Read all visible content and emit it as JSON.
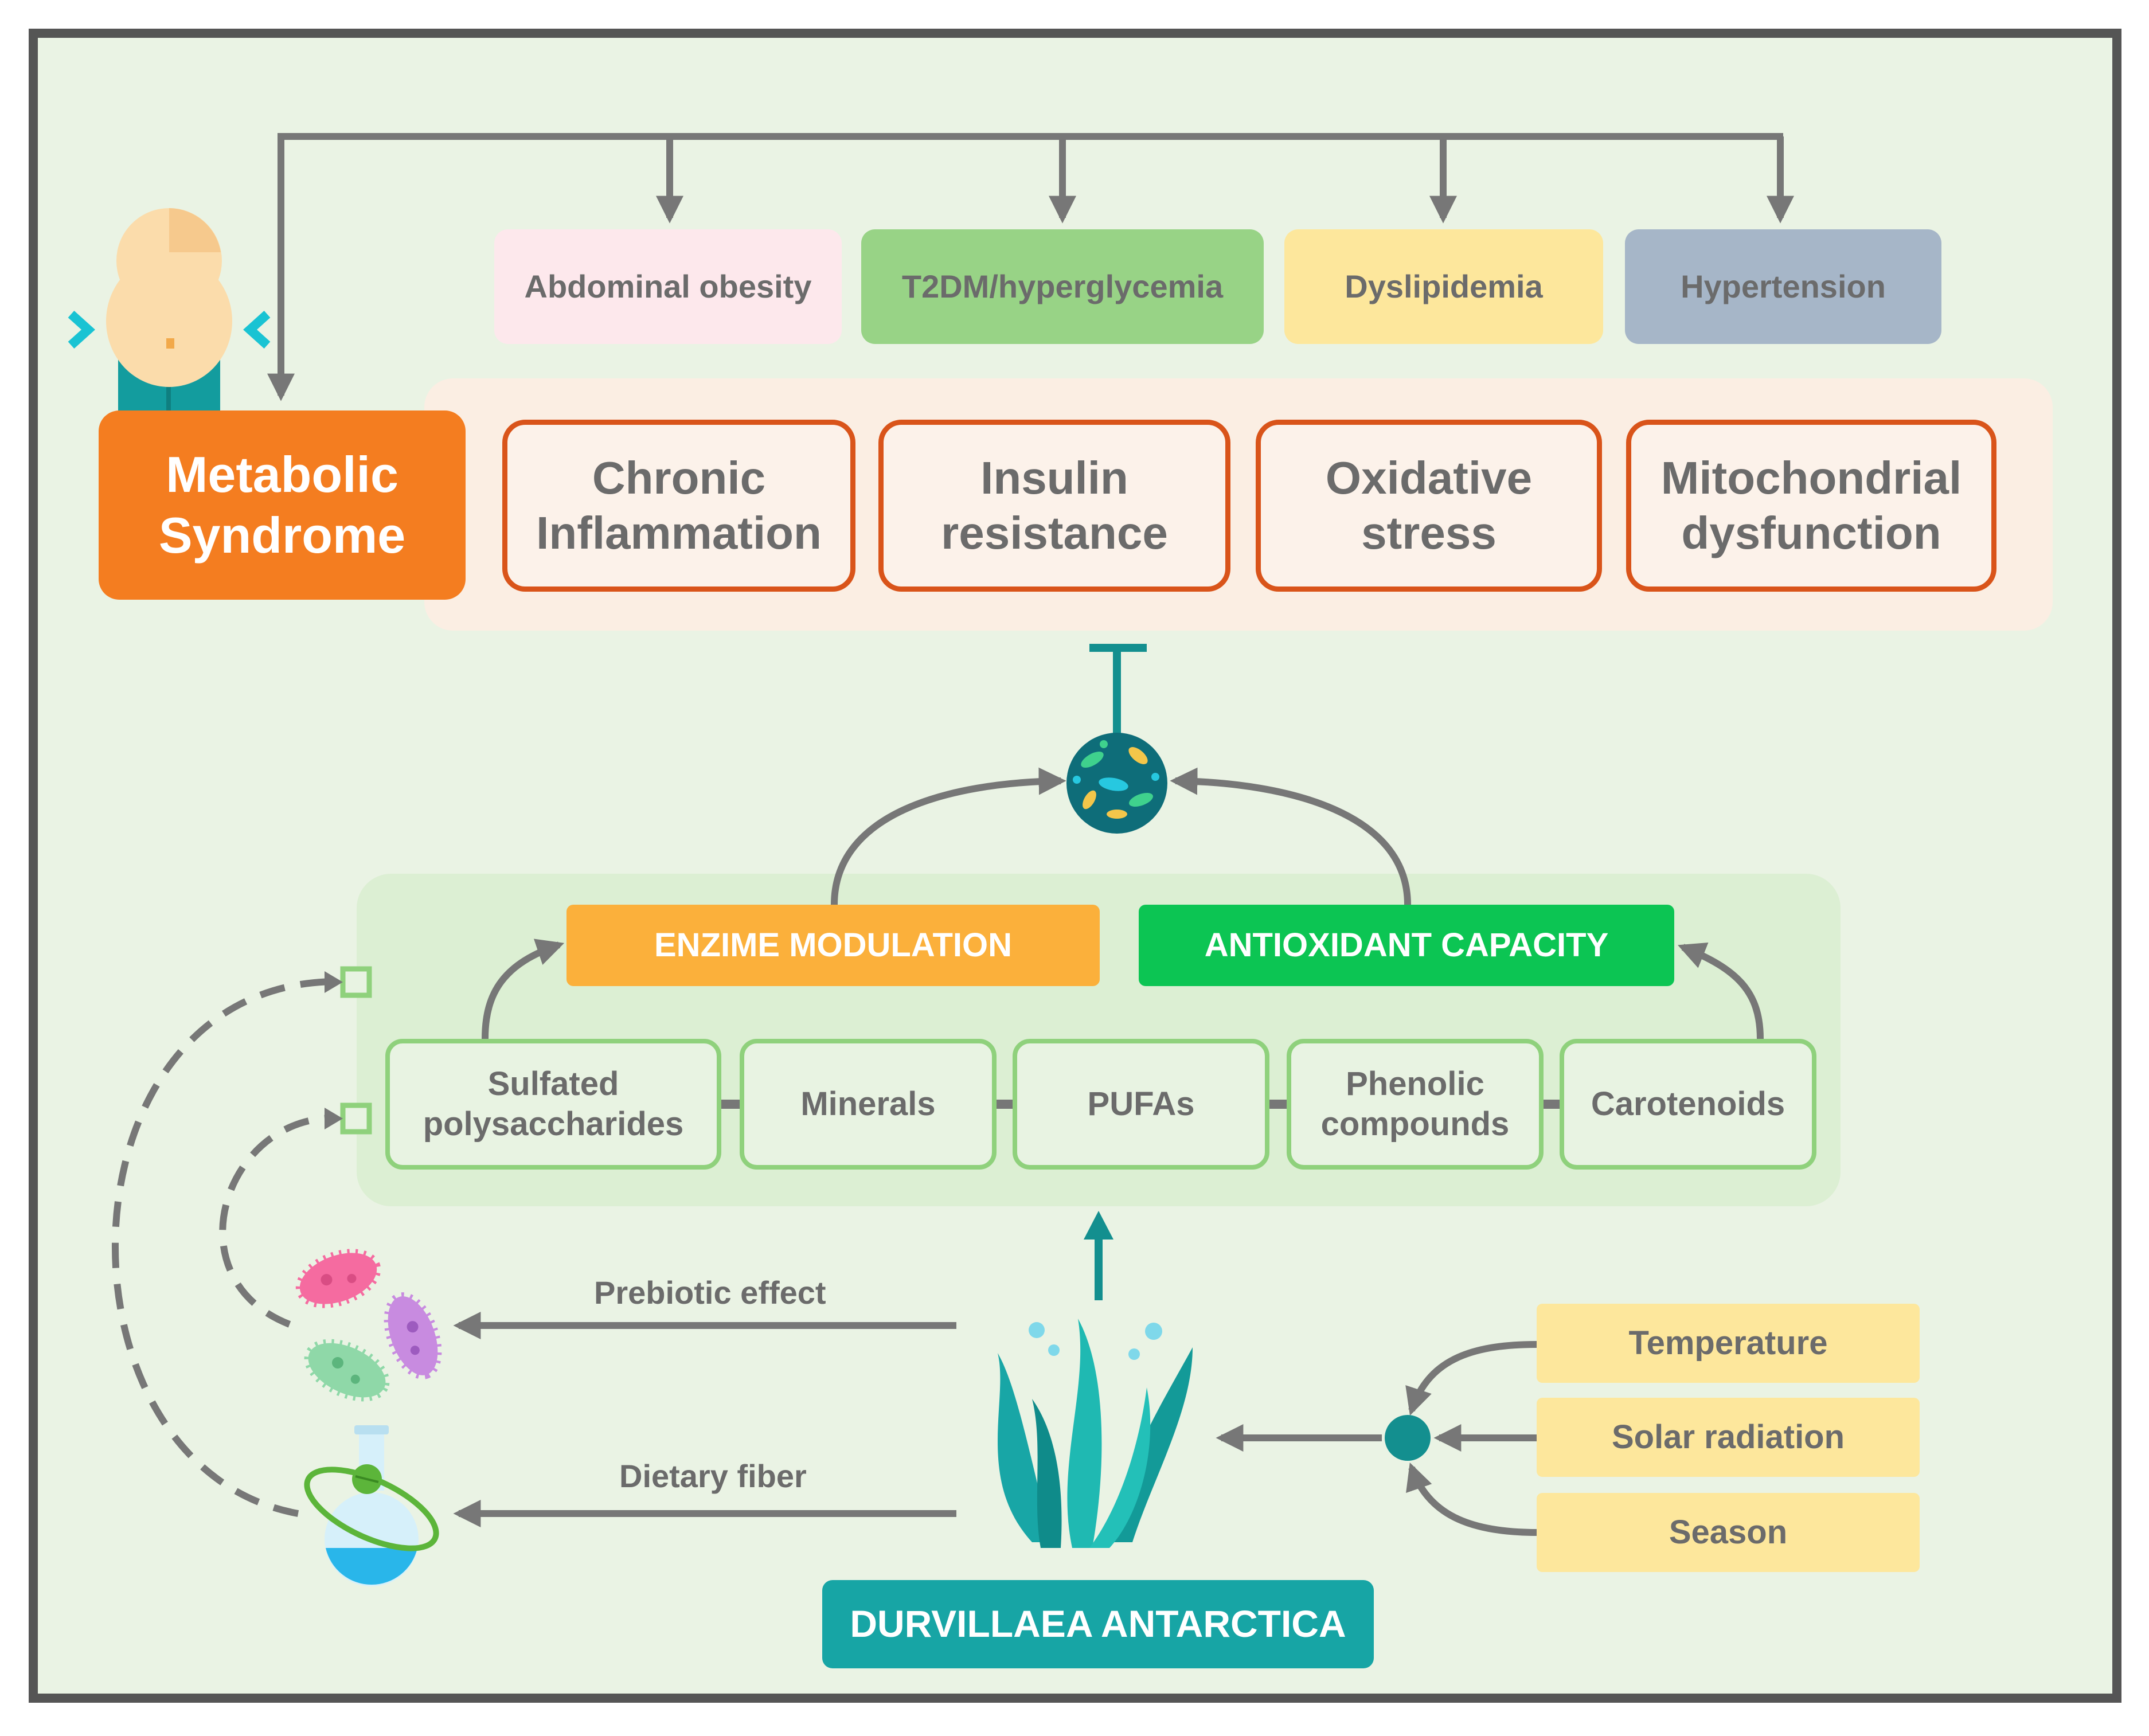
{
  "symptoms": {
    "abdominal_obesity": "Abdominal obesity",
    "t2dm": "T2DM/hyperglycemia",
    "dyslipidemia": "Dyslipidemia",
    "hypertension": "Hypertension"
  },
  "metabolic_syndrome": {
    "line1": "Metabolic",
    "line2": "Syndrome"
  },
  "mechanisms": {
    "chronic_inflammation": {
      "line1": "Chronic",
      "line2": "Inflammation"
    },
    "insulin_resistance": {
      "line1": "Insulin",
      "line2": "resistance"
    },
    "oxidative_stress": {
      "line1": "Oxidative",
      "line2": "stress"
    },
    "mitochondrial_dysfunction": {
      "line1": "Mitochondrial",
      "line2": "dysfunction"
    }
  },
  "effects": {
    "enzime_modulation": "ENZIME MODULATION",
    "antioxidant_capacity": "ANTIOXIDANT CAPACITY"
  },
  "components": {
    "sulfated": {
      "line1": "Sulfated",
      "line2": "polysaccharides"
    },
    "minerals": "Minerals",
    "pufas": "PUFAs",
    "phenolic": {
      "line1": "Phenolic",
      "line2": "compounds"
    },
    "carotenoids": "Carotenoids"
  },
  "labels": {
    "prebiotic_effect": "Prebiotic effect",
    "dietary_fiber": "Dietary fiber"
  },
  "factors": {
    "temperature": "Temperature",
    "solar_radiation": "Solar radiation",
    "season": "Season"
  },
  "organism": "DURVILLAEA ANTARCTICA",
  "colors": {
    "metabolic_orange": "#f47d20",
    "mechanism_border": "#d9541a",
    "enzyme_orange": "#fbb03b",
    "antioxidant_green": "#0cc553",
    "teal": "#17a5a5",
    "arrow_gray": "#777777"
  },
  "icons": {
    "person": "obese-person-icon",
    "microbiota": "gut-microbiota-icon",
    "bacteria": "bacteria-icon",
    "flask": "flask-icon",
    "seaweed": "seaweed-icon"
  }
}
